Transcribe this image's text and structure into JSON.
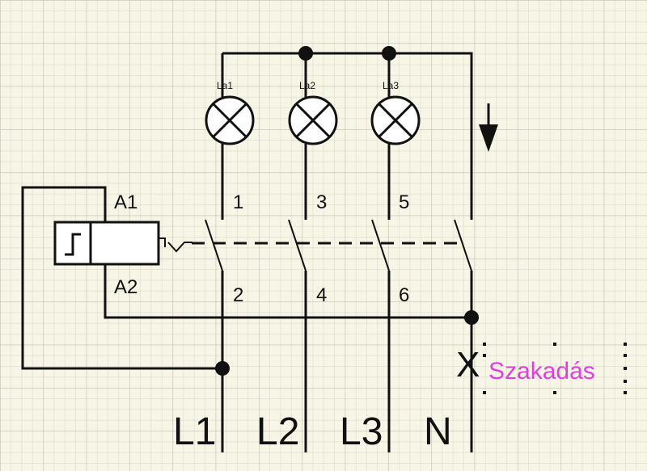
{
  "lamps": [
    {
      "label": "La1"
    },
    {
      "label": "La2"
    },
    {
      "label": "La3"
    }
  ],
  "relay": {
    "coil_top": "A1",
    "coil_bottom": "A2"
  },
  "contacts": {
    "top": [
      "1",
      "3",
      "5"
    ],
    "bottom": [
      "2",
      "4",
      "6"
    ]
  },
  "conductors": [
    "L1",
    "L2",
    "L3",
    "N"
  ],
  "break": {
    "mark": "X",
    "label": "Szakadás",
    "color": "#e040e0"
  },
  "grid": {
    "minor_color": "#cfd2c8",
    "major_color": "#b7bbb0"
  }
}
